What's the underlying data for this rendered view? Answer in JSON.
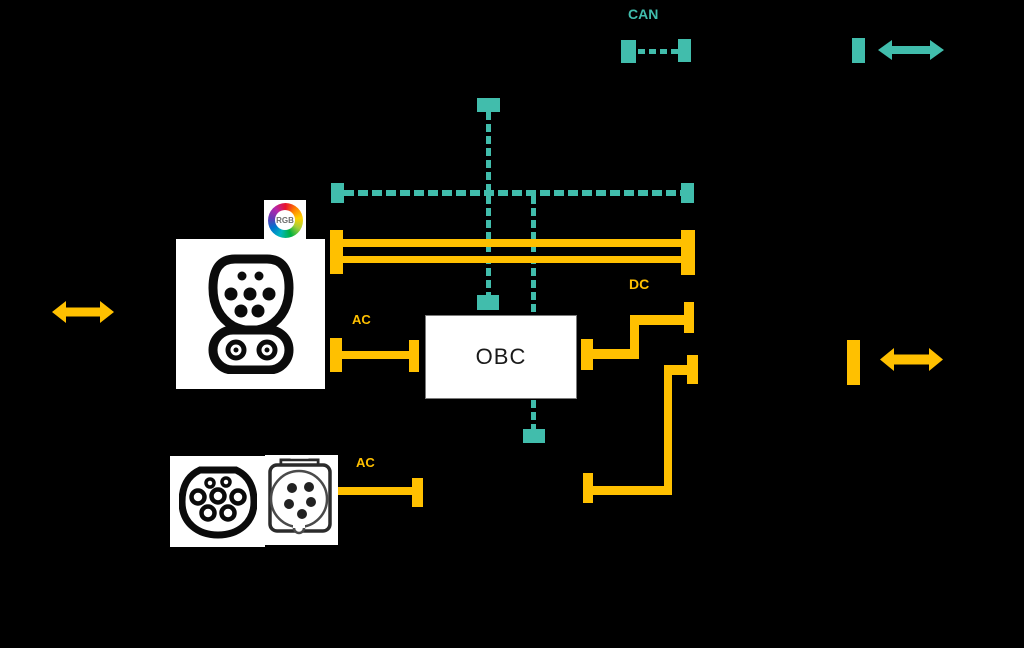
{
  "colors": {
    "background": "#000000",
    "teal": "#41BDAC",
    "orange": "#FFC000",
    "box_border": "#7A7A7A",
    "obc_text": "#1A1A1A"
  },
  "legend": {
    "can_label": "CAN"
  },
  "obc": {
    "label": "OBC"
  },
  "connections": {
    "ac_obc_label": "AC",
    "ac_socket_label": "AC",
    "dc_label": "DC"
  },
  "badges": {
    "rgb_label": "RGB"
  },
  "icons": {
    "top_connector": "ccs-combo2-inlet-icon",
    "bottom_connector_left": "type2-plug-icon",
    "bottom_connector_right": "cee-socket-icon",
    "teal_legend": "double-arrow-icon",
    "orange_legend": "double-arrow-icon"
  }
}
